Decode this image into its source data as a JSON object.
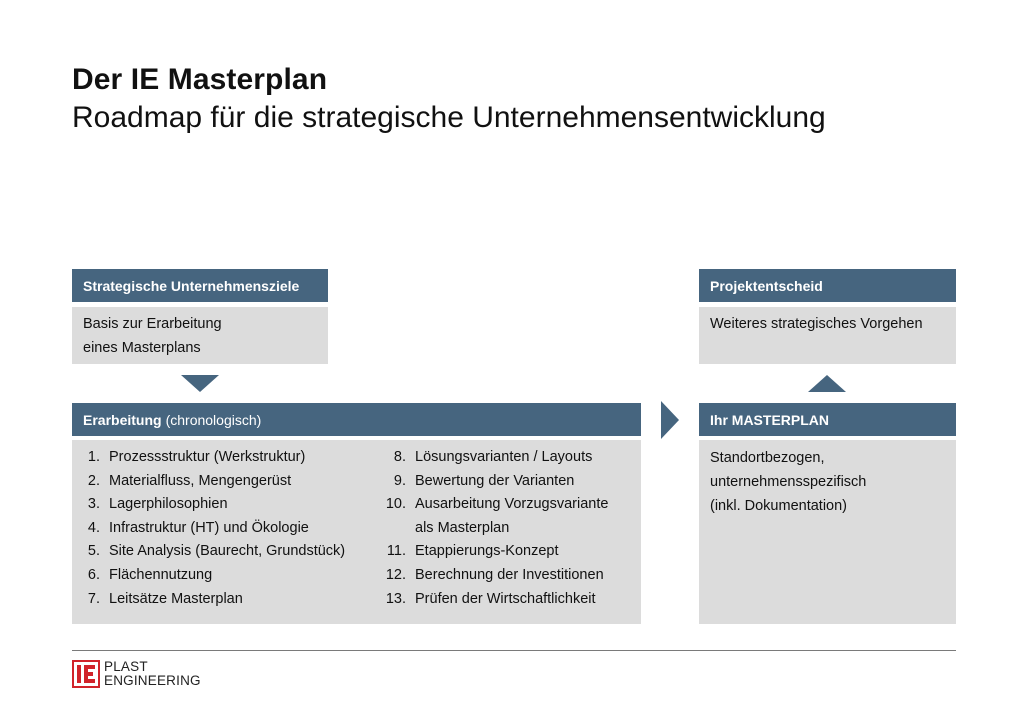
{
  "title": "Der IE Masterplan",
  "subtitle": "Roadmap für die strategische Unternehmensentwicklung",
  "goals": {
    "header": "Strategische Unternehmensziele",
    "lines": [
      "Basis zur Erarbeitung",
      "eines Masterplans"
    ]
  },
  "decision": {
    "header": "Projektentscheid",
    "text": "Weiteres strategisches Vorgehen"
  },
  "elaboration": {
    "header": "Erarbeitung",
    "header_note": "(chronologisch)",
    "left_items": [
      {
        "num": "1.",
        "text": "Prozessstruktur (Werkstruktur)"
      },
      {
        "num": "2.",
        "text": "Materialfluss, Mengengerüst"
      },
      {
        "num": "3.",
        "text": "Lagerphilosophien"
      },
      {
        "num": "4.",
        "text": "Infrastruktur (HT) und Ökologie"
      },
      {
        "num": "5.",
        "text": "Site Analysis (Baurecht, Grundstück)"
      },
      {
        "num": "6.",
        "text": "Flächennutzung"
      },
      {
        "num": "7.",
        "text": "Leitsätze Masterplan"
      }
    ],
    "right_items": [
      {
        "num": "8.",
        "text": "Lösungsvarianten / Layouts"
      },
      {
        "num": "9.",
        "text": "Bewertung der Varianten"
      },
      {
        "num": "10.",
        "text": "Ausarbeitung Vorzugsvariante"
      },
      {
        "num": "",
        "text": "als Masterplan"
      },
      {
        "num": "11.",
        "text": "Etappierungs-Konzept"
      },
      {
        "num": "12.",
        "text": "Berechnung der Investitionen"
      },
      {
        "num": "13.",
        "text": "Prüfen der Wirtschaftlichkeit"
      }
    ]
  },
  "masterplan": {
    "header": "Ihr MASTERPLAN",
    "lines": [
      "Standortbezogen,",
      "unternehmensspezifisch",
      "(inkl. Dokumentation)"
    ]
  },
  "logo": {
    "line1": "PLAST",
    "line2": "ENGINEERING",
    "mark": "IE"
  },
  "colors": {
    "header": "#46657f",
    "box": "#dcdcdc",
    "logo_red": "#d1232a"
  }
}
